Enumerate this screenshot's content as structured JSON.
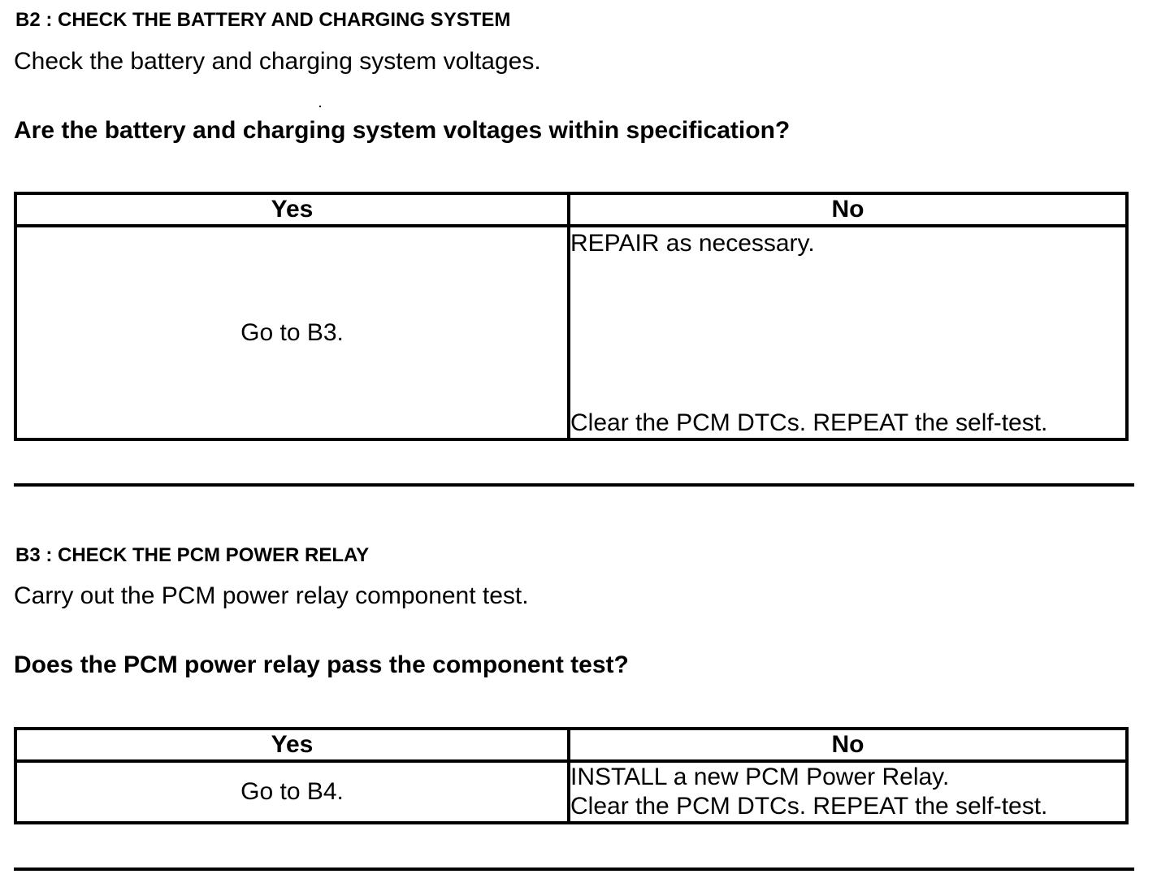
{
  "b2": {
    "heading": "B2 : CHECK THE BATTERY AND CHARGING SYSTEM",
    "instruction": "Check the battery and charging system voltages.",
    "question": "Are the battery and charging system voltages within specification?",
    "table": {
      "yes_header": "Yes",
      "no_header": "No",
      "yes_text": "Go to B3.",
      "no_lines": [
        "REPAIR as necessary.",
        "Clear the PCM DTCs. REPEAT the self-test."
      ]
    }
  },
  "b3": {
    "heading": "B3 : CHECK THE PCM POWER RELAY",
    "instruction": "Carry out the PCM power relay component test.",
    "question": "Does the PCM power relay pass the component test?",
    "table": {
      "yes_header": "Yes",
      "no_header": "No",
      "yes_text": "Go to B4.",
      "no_lines": [
        "INSTALL a new PCM Power Relay.",
        "Clear the PCM DTCs. REPEAT the self-test."
      ]
    }
  }
}
